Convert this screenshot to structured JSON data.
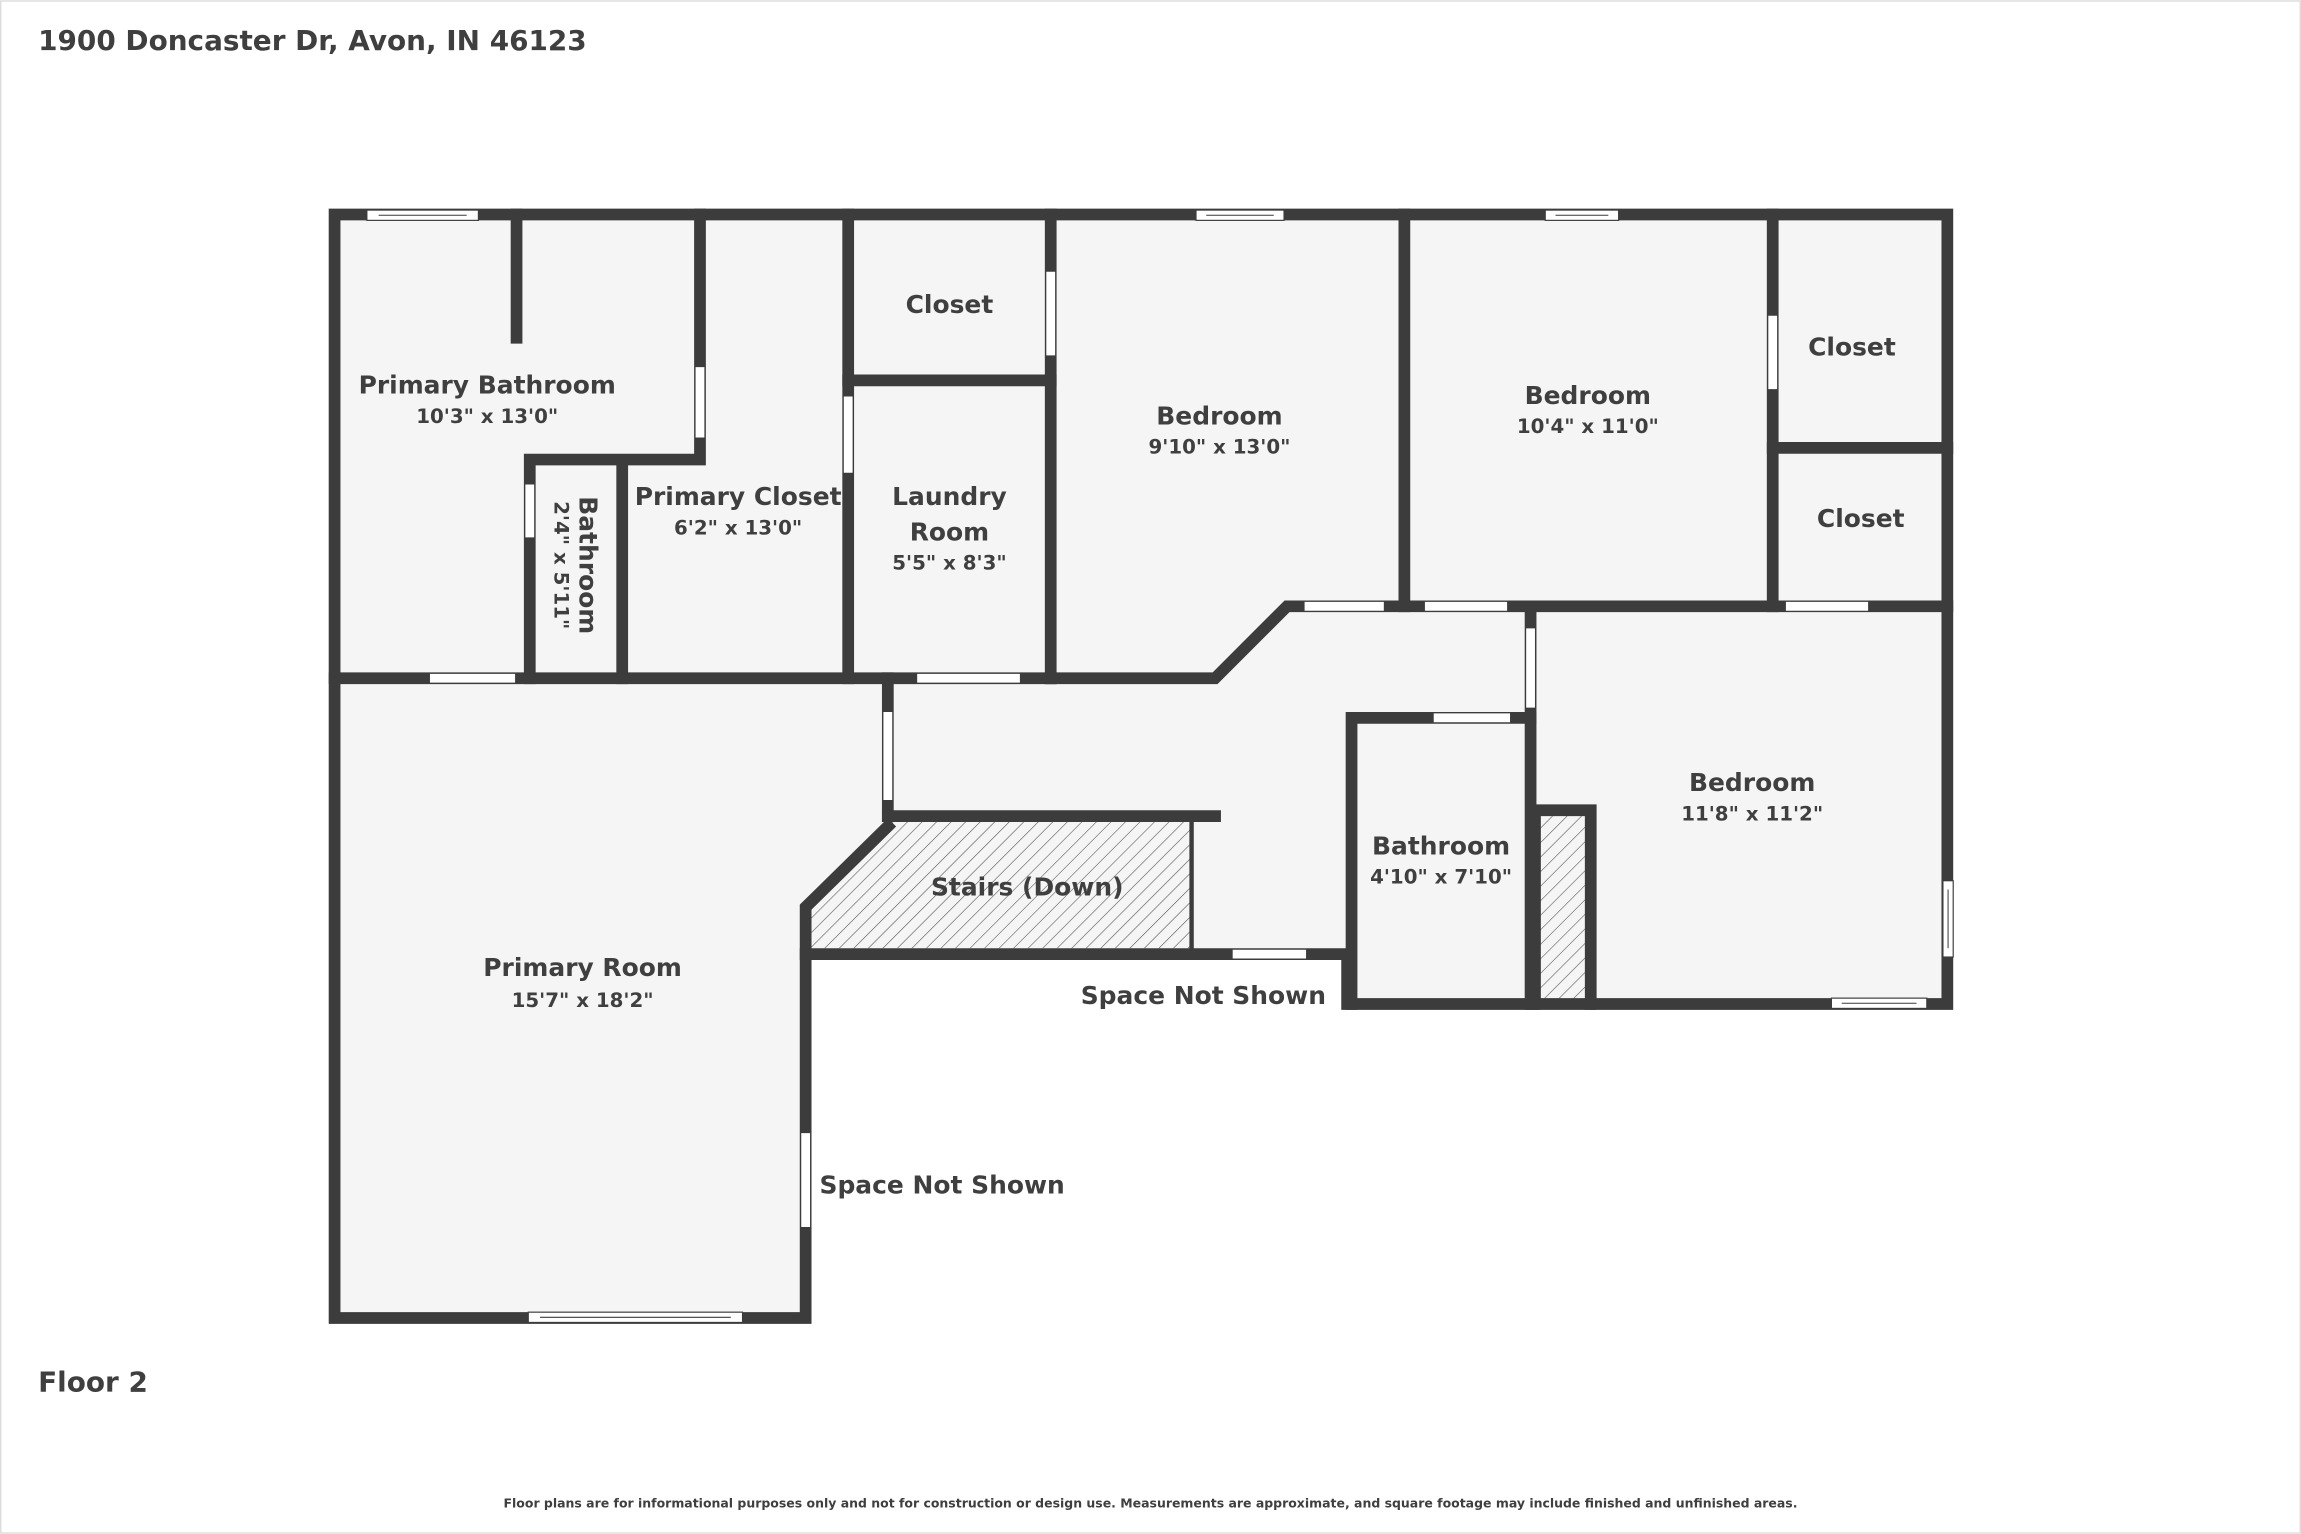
{
  "header": {
    "address": "1900 Doncaster Dr, Avon, IN 46123"
  },
  "floor_label": "Floor 2",
  "disclaimer": "Floor plans are for informational purposes only and not for construction or design use. Measurements are approximate, and square footage may include finished and unfinished areas.",
  "rooms": {
    "primary_bathroom": {
      "name": "Primary Bathroom",
      "dims": "10'3\" x 13'0\""
    },
    "bathroom_small": {
      "name": "Bathroom",
      "dims": "2'4\" x 5'11\""
    },
    "primary_closet": {
      "name": "Primary Closet",
      "dims": "6'2\" x 13'0\""
    },
    "closet_1": {
      "name": "Closet"
    },
    "laundry": {
      "name_line1": "Laundry",
      "name_line2": "Room",
      "dims": "5'5\" x 8'3\""
    },
    "bedroom_1": {
      "name": "Bedroom",
      "dims": "9'10\" x 13'0\""
    },
    "bedroom_2": {
      "name": "Bedroom",
      "dims": "10'4\" x 11'0\""
    },
    "closet_2": {
      "name": "Closet"
    },
    "closet_3": {
      "name": "Closet"
    },
    "bedroom_3": {
      "name": "Bedroom",
      "dims": "11'8\" x 11'2\""
    },
    "bathroom_hall": {
      "name": "Bathroom",
      "dims": "4'10\" x 7'10\""
    },
    "stairs": {
      "name": "Stairs (Down)"
    },
    "primary_room": {
      "name": "Primary Room",
      "dims": "15'7\" x 18'2\""
    }
  },
  "annotations": {
    "space_not_shown_1": "Space Not Shown",
    "space_not_shown_2": "Space Not Shown"
  },
  "colors": {
    "wall": "#3c3c3c",
    "floor": "#f5f5f5",
    "text": "#3f3f3f"
  }
}
